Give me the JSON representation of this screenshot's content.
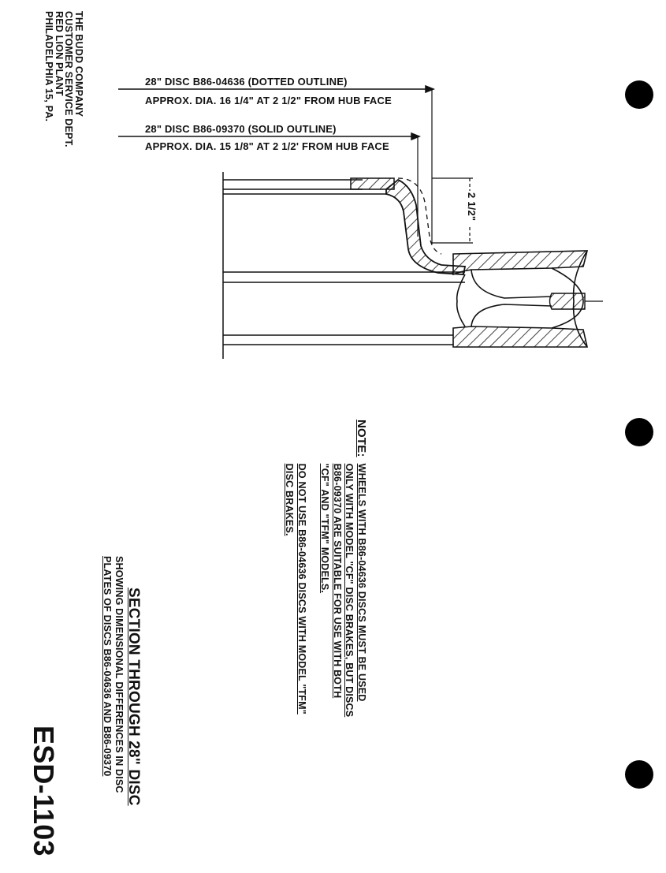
{
  "company": {
    "line1": "THE BUDD COMPANY",
    "line2": "CUSTOMER SERVICE DEPT.",
    "line3": "RED LION PLANT",
    "line4": "PHILADELPHIA 15, PA."
  },
  "callouts": {
    "disc1_title": "28\" DISC B86-04636 (DOTTED OUTLINE)",
    "disc1_dim": "APPROX. DIA. 16 1/4\" AT 2 1/2\" FROM HUB FACE",
    "disc2_title": "28\" DISC B86-09370 (SOLID OUTLINE)",
    "disc2_dim": "APPROX. DIA. 15 1/8\" AT 2 1/2' FROM HUB FACE",
    "dimension": "2 1/2\""
  },
  "note": {
    "label": "NOTE:",
    "line1": "WHEELS WITH B86-04636 DISCS MUST BE USED",
    "line2": "ONLY WITH MODEL \"CF\" DISC BRAKES, BUT DISCS",
    "line3": "B86-09370 ARE SUITABLE FOR USE WITH BOTH",
    "line4": "\"CF\" AND \"TFM\" MODELS.",
    "line5": "DO NOT USE B86-04636 DISCS WITH MODEL \"TFM\"",
    "line6": "DISC BRAKES."
  },
  "caption": {
    "title": "SECTION THROUGH 28\" DISC",
    "line1": "SHOWING DIMENSIONAL DIFFERENCES IN DISC",
    "line2": "PLATES OF DISCS B86-04636 AND B86-09370"
  },
  "doc_number": "ESD-1103"
}
